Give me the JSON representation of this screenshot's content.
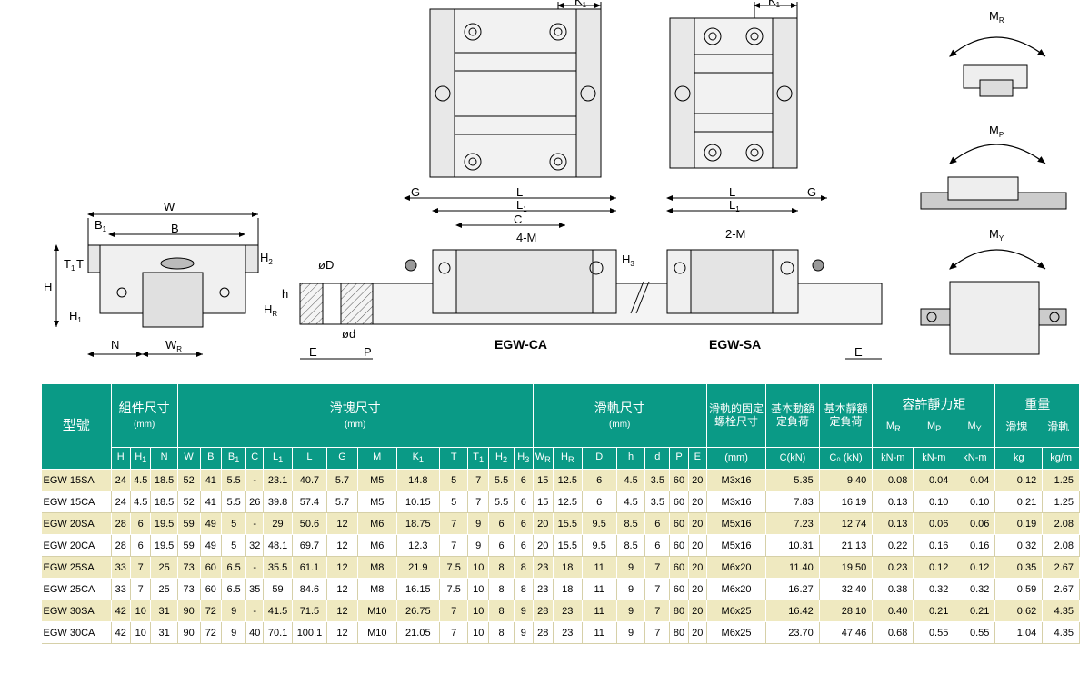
{
  "drawing": {
    "view_ca_label": "EGW-CA",
    "view_sa_label": "EGW-SA",
    "dim": {
      "W": "W",
      "B": "B",
      "B1": "B",
      "B1_sub": "1",
      "H": "H",
      "H1": "H",
      "H1_sub": "1",
      "T": "T",
      "T1": "T",
      "T1_sub": "1",
      "H2": "H",
      "H2_sub": "2",
      "N": "N",
      "WR": "W",
      "WR_sub": "R",
      "HR": "H",
      "HR_sub": "R",
      "h": "h",
      "D": "øD",
      "d": "ød",
      "E_left": "E",
      "P": "P",
      "E_right": "E",
      "G_left": "G",
      "L_left": "L",
      "L1_left": "L",
      "L1_sub": "1",
      "C": "C",
      "M4": "4-M",
      "H3": "H",
      "H3_sub": "3",
      "G_right": "G",
      "L_right": "L",
      "L1_right": "L",
      "M2": "2-M",
      "K1_left": "K",
      "K1_right": "K",
      "K1_sub": "1",
      "MR": "M",
      "MR_sub": "R",
      "MP": "M",
      "MP_sub": "P",
      "MY": "M",
      "MY_sub": "Y"
    }
  },
  "table": {
    "header": {
      "model": "型號",
      "assembly": "組件尺寸",
      "assembly_unit": "(mm)",
      "block": "滑塊尺寸",
      "block_unit": "(mm)",
      "rail": "滑軌尺寸",
      "rail_unit": "(mm)",
      "bolt": "滑軌的固定螺栓尺寸",
      "bolt_unit": "(mm)",
      "dyn": "基本動額定負荷",
      "dyn_unit": "C(kN)",
      "stat": "基本靜額定負荷",
      "stat_unit": "C₀ (kN)",
      "moment": "容許靜力矩",
      "mr": "M",
      "mr_sub": "R",
      "mp": "M",
      "mp_sub": "P",
      "my": "M",
      "my_sub": "Y",
      "m_unit": "kN-m",
      "weight": "重量",
      "w_block": "滑塊",
      "w_block_unit": "kg",
      "w_rail": "滑軌",
      "w_rail_unit": "kg/m",
      "cols": [
        {
          "t": "H",
          "s": ""
        },
        {
          "t": "H",
          "s": "1"
        },
        {
          "t": "N",
          "s": ""
        },
        {
          "t": "W",
          "s": ""
        },
        {
          "t": "B",
          "s": ""
        },
        {
          "t": "B",
          "s": "1"
        },
        {
          "t": "C",
          "s": ""
        },
        {
          "t": "L",
          "s": "1"
        },
        {
          "t": "L",
          "s": ""
        },
        {
          "t": "G",
          "s": ""
        },
        {
          "t": "M",
          "s": ""
        },
        {
          "t": "K",
          "s": "1"
        },
        {
          "t": "T",
          "s": ""
        },
        {
          "t": "T",
          "s": "1"
        },
        {
          "t": "H",
          "s": "2"
        },
        {
          "t": "H",
          "s": "3"
        },
        {
          "t": "W",
          "s": "R"
        },
        {
          "t": "H",
          "s": "R"
        },
        {
          "t": "D",
          "s": ""
        },
        {
          "t": "h",
          "s": ""
        },
        {
          "t": "d",
          "s": ""
        },
        {
          "t": "P",
          "s": ""
        },
        {
          "t": "E",
          "s": ""
        }
      ]
    },
    "rows": [
      [
        "EGW 15SA",
        "24",
        "4.5",
        "18.5",
        "52",
        "41",
        "5.5",
        "-",
        "23.1",
        "40.7",
        "5.7",
        "M5",
        "14.8",
        "5",
        "7",
        "5.5",
        "6",
        "15",
        "12.5",
        "6",
        "4.5",
        "3.5",
        "60",
        "20",
        "M3x16",
        "5.35",
        "9.40",
        "0.08",
        "0.04",
        "0.04",
        "0.12",
        "1.25"
      ],
      [
        "EGW 15CA",
        "24",
        "4.5",
        "18.5",
        "52",
        "41",
        "5.5",
        "26",
        "39.8",
        "57.4",
        "5.7",
        "M5",
        "10.15",
        "5",
        "7",
        "5.5",
        "6",
        "15",
        "12.5",
        "6",
        "4.5",
        "3.5",
        "60",
        "20",
        "M3x16",
        "7.83",
        "16.19",
        "0.13",
        "0.10",
        "0.10",
        "0.21",
        "1.25"
      ],
      [
        "EGW 20SA",
        "28",
        "6",
        "19.5",
        "59",
        "49",
        "5",
        "-",
        "29",
        "50.6",
        "12",
        "M6",
        "18.75",
        "7",
        "9",
        "6",
        "6",
        "20",
        "15.5",
        "9.5",
        "8.5",
        "6",
        "60",
        "20",
        "M5x16",
        "7.23",
        "12.74",
        "0.13",
        "0.06",
        "0.06",
        "0.19",
        "2.08"
      ],
      [
        "EGW 20CA",
        "28",
        "6",
        "19.5",
        "59",
        "49",
        "5",
        "32",
        "48.1",
        "69.7",
        "12",
        "M6",
        "12.3",
        "7",
        "9",
        "6",
        "6",
        "20",
        "15.5",
        "9.5",
        "8.5",
        "6",
        "60",
        "20",
        "M5x16",
        "10.31",
        "21.13",
        "0.22",
        "0.16",
        "0.16",
        "0.32",
        "2.08"
      ],
      [
        "EGW 25SA",
        "33",
        "7",
        "25",
        "73",
        "60",
        "6.5",
        "-",
        "35.5",
        "61.1",
        "12",
        "M8",
        "21.9",
        "7.5",
        "10",
        "8",
        "8",
        "23",
        "18",
        "11",
        "9",
        "7",
        "60",
        "20",
        "M6x20",
        "11.40",
        "19.50",
        "0.23",
        "0.12",
        "0.12",
        "0.35",
        "2.67"
      ],
      [
        "EGW 25CA",
        "33",
        "7",
        "25",
        "73",
        "60",
        "6.5",
        "35",
        "59",
        "84.6",
        "12",
        "M8",
        "16.15",
        "7.5",
        "10",
        "8",
        "8",
        "23",
        "18",
        "11",
        "9",
        "7",
        "60",
        "20",
        "M6x20",
        "16.27",
        "32.40",
        "0.38",
        "0.32",
        "0.32",
        "0.59",
        "2.67"
      ],
      [
        "EGW 30SA",
        "42",
        "10",
        "31",
        "90",
        "72",
        "9",
        "-",
        "41.5",
        "71.5",
        "12",
        "M10",
        "26.75",
        "7",
        "10",
        "8",
        "9",
        "28",
        "23",
        "11",
        "9",
        "7",
        "80",
        "20",
        "M6x25",
        "16.42",
        "28.10",
        "0.40",
        "0.21",
        "0.21",
        "0.62",
        "4.35"
      ],
      [
        "EGW 30CA",
        "42",
        "10",
        "31",
        "90",
        "72",
        "9",
        "40",
        "70.1",
        "100.1",
        "12",
        "M10",
        "21.05",
        "7",
        "10",
        "8",
        "9",
        "28",
        "23",
        "11",
        "9",
        "7",
        "80",
        "20",
        "M6x25",
        "23.70",
        "47.46",
        "0.68",
        "0.55",
        "0.55",
        "1.04",
        "4.35"
      ]
    ]
  }
}
